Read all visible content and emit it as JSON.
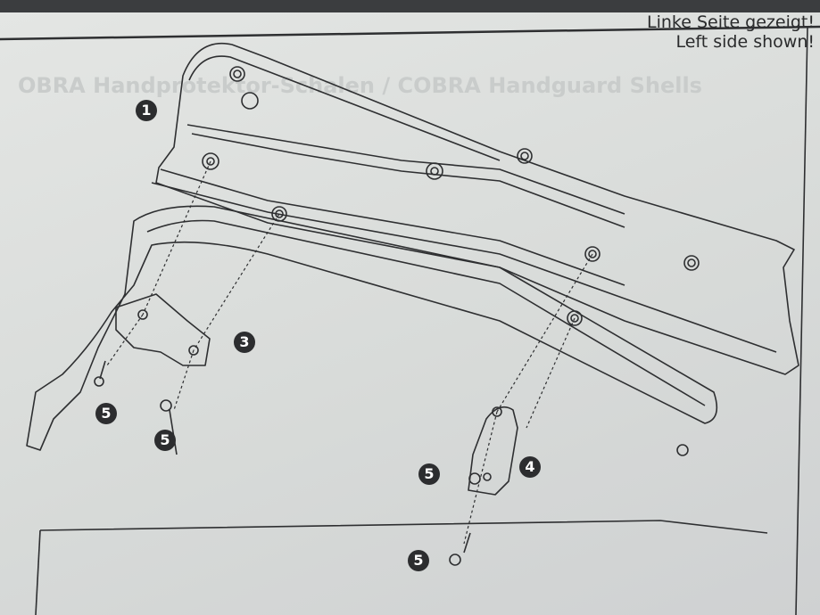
{
  "header": {
    "note_de": "Linke Seite gezeigt!",
    "note_en": "Left side shown!"
  },
  "background": {
    "ghost_title": "OBRA Handprotektor-Schalen / COBRA Handguard Shells"
  },
  "callouts": {
    "shell": "1",
    "bracket_left": "3",
    "bracket_right": "4",
    "screw_a": "5",
    "screw_b": "5",
    "screw_c": "5",
    "screw_d": "5"
  },
  "colors": {
    "paper": "#dcdedc",
    "ink": "#2c2d2f"
  }
}
